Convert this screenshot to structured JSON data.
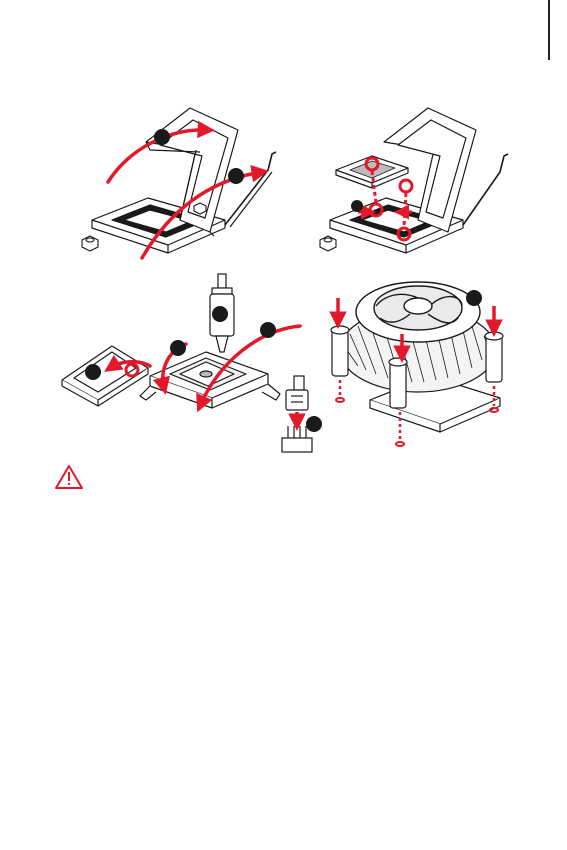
{
  "page": {
    "background": "#ffffff"
  },
  "colors": {
    "accent_red": "#e2182b",
    "line": "#1a1a1a",
    "grey": "#9a9a9a",
    "light_grey": "#d8d8d8"
  },
  "figures": [
    {
      "id": "step-open-lever-and-cover",
      "icon": "cpu-socket-open-illustration"
    },
    {
      "id": "step-place-cpu",
      "icon": "cpu-placement-alignment-illustration"
    },
    {
      "id": "step-thermal-paste-and-close",
      "icon": "thermal-paste-socket-close-illustration"
    },
    {
      "id": "step-mount-cooler",
      "icon": "cpu-cooler-mount-illustration"
    },
    {
      "id": "step-connect-fan-header",
      "icon": "fan-connector-illustration"
    }
  ],
  "warning": {
    "icon": "warning-triangle-icon"
  }
}
